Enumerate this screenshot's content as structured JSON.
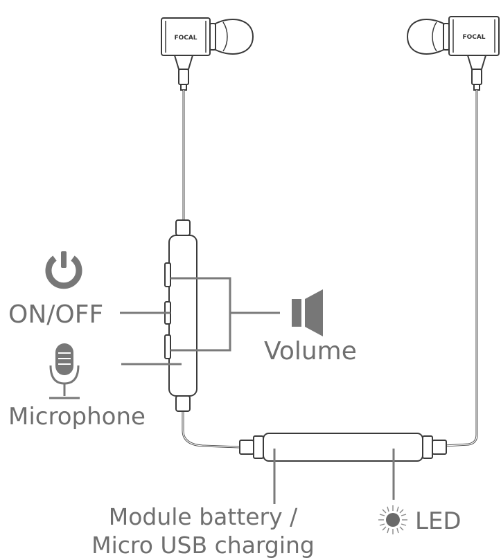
{
  "earbuds": {
    "brand_left": "FOCAL",
    "brand_right": "FOCAL"
  },
  "labels": {
    "on_off": "ON/OFF",
    "volume": "Volume",
    "microphone": "Microphone",
    "module_line1": "Module battery /",
    "module_line2": "Micro USB charging",
    "led": "LED"
  },
  "icons": {
    "power": "power-icon",
    "speaker": "speaker-icon",
    "microphone": "microphone-icon",
    "led": "led-icon"
  },
  "colors": {
    "label": "#6f6f6f",
    "leader": "#7a7a7a",
    "icon": "#777777",
    "outline": "#3a3a3a"
  }
}
